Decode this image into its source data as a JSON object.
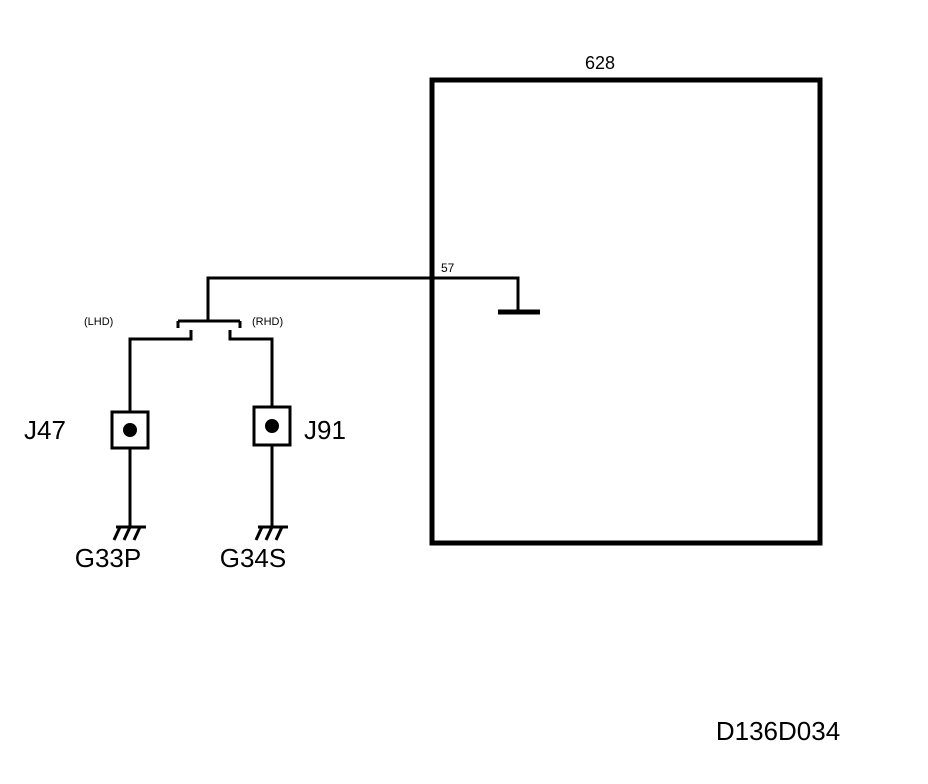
{
  "module": {
    "label": "628",
    "pin_label": "57"
  },
  "switch": {
    "left_label": "(LHD)",
    "right_label": "(RHD)"
  },
  "connectors": [
    {
      "label": "J47"
    },
    {
      "label": "J91"
    }
  ],
  "grounds": [
    {
      "label": "G33P"
    },
    {
      "label": "G34S"
    }
  ],
  "figure_code": "D136D034"
}
